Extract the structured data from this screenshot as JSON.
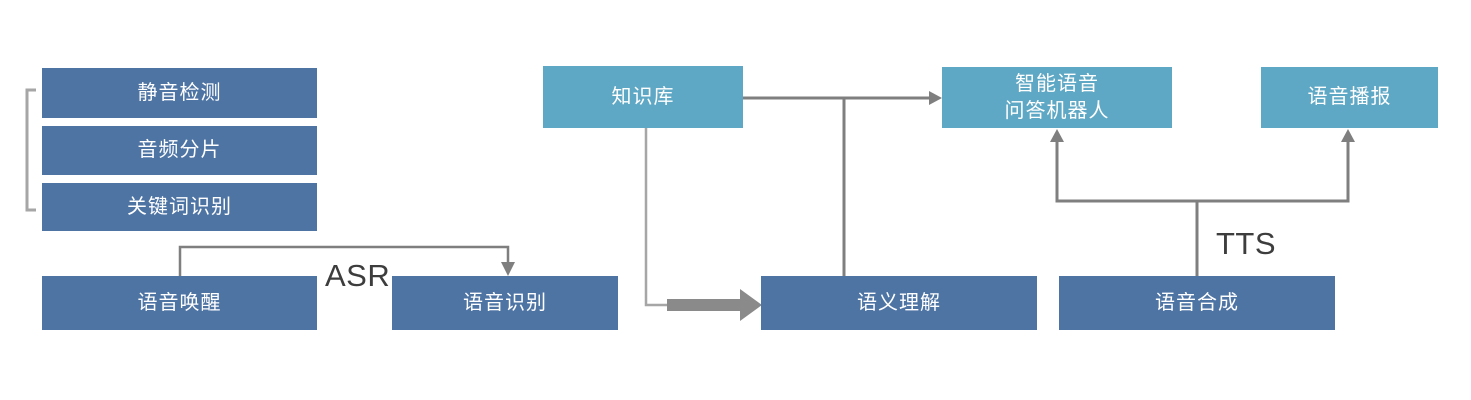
{
  "palette": {
    "dark_box": "#4e74a4",
    "light_box": "#5fa8c5",
    "connector": "#7f7f7f",
    "connector_light": "#a6a6a6",
    "thick_arrow": "#8a8a8a",
    "edge_label": "#3d3d3d",
    "box_text": "#ffffff",
    "background": "#ffffff"
  },
  "nodes": {
    "silence_detection": {
      "label": "静音检测"
    },
    "audio_segmentation": {
      "label": "音频分片"
    },
    "keyword_recognition": {
      "label": "关键词识别"
    },
    "voice_wakeup": {
      "label": "语音唤醒"
    },
    "speech_recognition": {
      "label": "语音识别"
    },
    "knowledge_base": {
      "label": "知识库"
    },
    "semantic_understanding": {
      "label": "语义理解"
    },
    "qa_robot": {
      "label_line1": "智能语音",
      "label_line2": "问答机器人"
    },
    "voice_broadcast": {
      "label": "语音播报"
    },
    "speech_synthesis": {
      "label": "语音合成"
    }
  },
  "edge_labels": {
    "asr": "ASR",
    "tts": "TTS"
  }
}
